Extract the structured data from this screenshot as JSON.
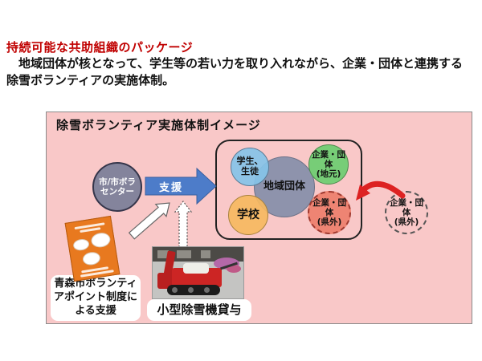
{
  "page": {
    "heading": "持続可能な共助組織のパッケージ",
    "intro": "地域団体が核となって、学生等の若い力を取り入れながら、企業・団体と連携する除雪ボランティアの実施体制。"
  },
  "diagram": {
    "title": "除雪ボランティア実施体制イメージ",
    "city_circle": {
      "lines": [
        "市/市ボラ",
        "センター"
      ]
    },
    "support_arrow_label": "支援",
    "circles": {
      "students": {
        "lines": [
          "学生、",
          "生徒"
        ],
        "color": "#85c3e8"
      },
      "community": {
        "label": "地域団体",
        "color": "#8e93ac"
      },
      "local_companies": {
        "lines": [
          "企業・団体",
          "(地元)"
        ],
        "color": "#77cd77"
      },
      "school": {
        "label": "学校",
        "color": "#f6b860"
      },
      "outside_companies": {
        "lines": [
          "企業・団体",
          "(県外)"
        ],
        "color": "#ee8473"
      },
      "external_companies": {
        "lines": [
          "企業・団体",
          "(県外)"
        ],
        "color": "#f9c8c8"
      }
    },
    "captions": {
      "point_support": {
        "lines": [
          "青森市ボランティ",
          "アポイント制度に",
          "よる支援"
        ]
      },
      "machine": "小型除雪機貸与"
    },
    "colors": {
      "heading_red": "#c00000",
      "panel_pink": "#f9c8c8",
      "support_arrow_blue": "#4d7cc9",
      "external_arrow_red": "#dd2222"
    }
  }
}
